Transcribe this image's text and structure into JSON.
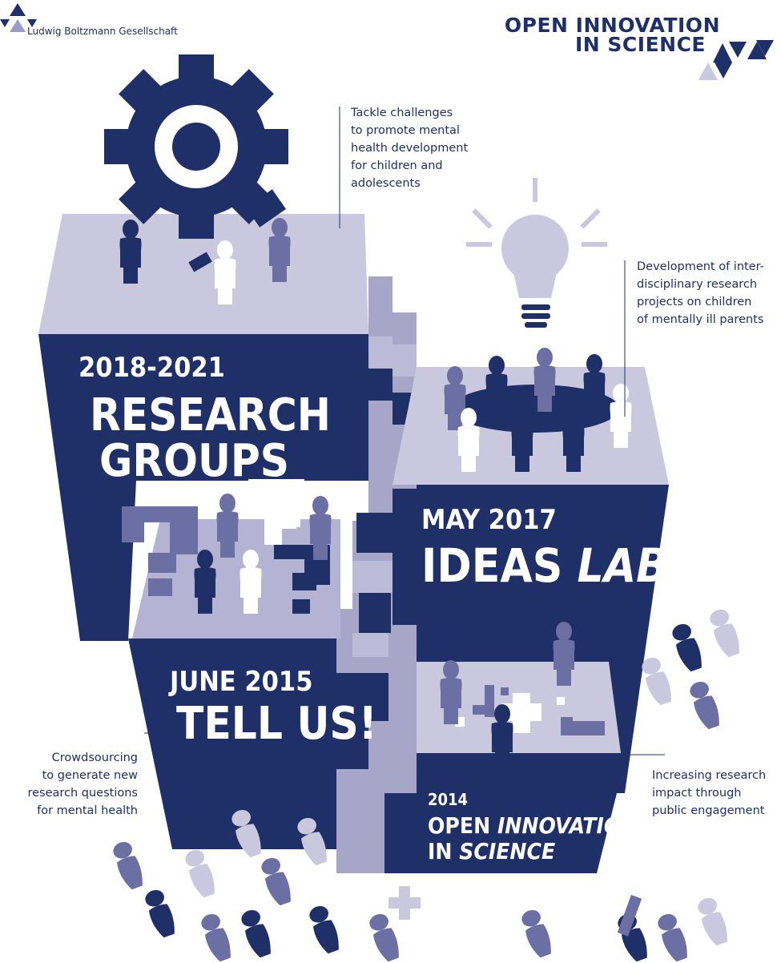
{
  "header": {
    "lbg_name": "Ludwig Boltzmann Gesellschaft",
    "ois_line1": "OPEN INNOVATION",
    "ois_line2": "IN SCIENCE"
  },
  "colors": {
    "navy": "#1f2f68",
    "light": "#c9c8de",
    "mid": "#6b6fa3",
    "white": "#ffffff"
  },
  "steps": [
    {
      "date": "2018-2021",
      "title_line1": "RESEARCH",
      "title_line2": "GROUPS"
    },
    {
      "date": "MAY 2017",
      "title_plain": "IDEAS ",
      "title_italic": "LAB"
    },
    {
      "date": "JUNE 2015",
      "title": "TELL US!"
    },
    {
      "date": "2014",
      "title_plain": "OPEN ",
      "title_italic": "INNOVATION",
      "title_line2_plain": "IN ",
      "title_line2_italic": "SCIENCE"
    }
  ],
  "captions": {
    "research_groups": [
      "Tackle challenges",
      "to promote mental",
      "health development",
      "for children and",
      "adolescents"
    ],
    "ideas_lab": [
      "Development of inter-",
      "disciplinary research",
      "projects on children",
      "of mentally ill parents"
    ],
    "tell_us": [
      "Crowdsourcing",
      "to generate new",
      "research questions",
      "for mental health"
    ],
    "ois_2014": [
      "Increasing research",
      "impact through",
      "public engagement"
    ]
  },
  "icons": {
    "gear": "gear-icon",
    "bulb": "lightbulb-icon",
    "question": "question-mark-icon",
    "plus": "plus-sign-icon"
  }
}
